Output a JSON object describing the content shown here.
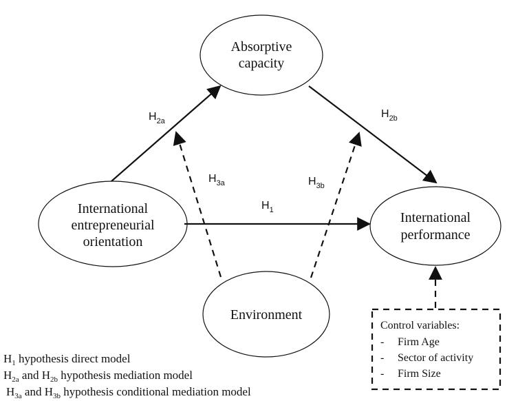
{
  "nodes": {
    "absorptive": {
      "lines": [
        "Absorptive",
        "capacity"
      ]
    },
    "ieo": {
      "lines": [
        "International",
        "entrepreneurial",
        "orientation"
      ]
    },
    "performance": {
      "lines": [
        "International",
        "performance"
      ]
    },
    "environment": {
      "lines": [
        "Environment"
      ]
    }
  },
  "hypotheses": {
    "h2a": {
      "main": "H",
      "sub": "2a"
    },
    "h2b": {
      "main": "H",
      "sub": "2b"
    },
    "h3a": {
      "main": "H",
      "sub": "3a"
    },
    "h3b": {
      "main": "H",
      "sub": "3b"
    },
    "h1": {
      "main": "H",
      "sub": "1"
    }
  },
  "controls": {
    "title": "Control variables:",
    "bullet": "-",
    "items": [
      "Firm Age",
      "Sector of activity",
      "Firm Size"
    ]
  },
  "legend": {
    "line1": {
      "h": "H",
      "sub": "1",
      "rest": " hypothesis direct model"
    },
    "line2": {
      "h1": "H",
      "sub1": "2a",
      "mid": " and H",
      "sub2": "2b",
      "rest": " hypothesis mediation model"
    },
    "line3": {
      "h1": "H",
      "sub1": "3a",
      "mid": " and H",
      "sub2": "3b",
      "rest": " hypothesis conditional mediation model"
    }
  },
  "colors": {
    "stroke": "#111111",
    "background": "#ffffff"
  }
}
